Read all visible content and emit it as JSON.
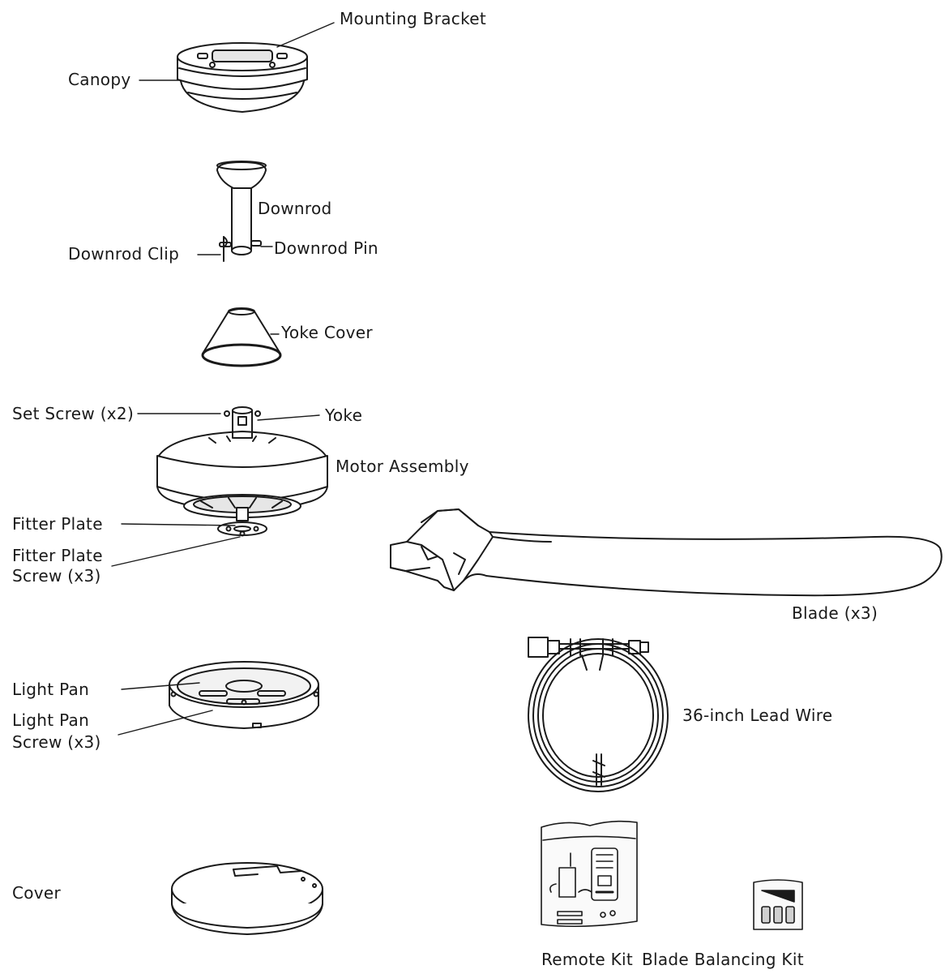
{
  "labels": {
    "mounting_bracket": "Mounting Bracket",
    "canopy": "Canopy",
    "downrod": "Downrod",
    "downrod_pin": "Downrod Pin",
    "downrod_clip": "Downrod Clip",
    "yoke_cover": "Yoke Cover",
    "set_screw": "Set Screw (x2)",
    "yoke": "Yoke",
    "motor_assembly": "Motor Assembly",
    "fitter_plate": "Fitter Plate",
    "fitter_plate_screw_1": "Fitter Plate",
    "fitter_plate_screw_2": "Screw (x3)",
    "blade": "Blade (x3)",
    "light_pan": "Light Pan",
    "light_pan_screw_1": "Light Pan",
    "light_pan_screw_2": "Screw (x3)",
    "lead_wire": "36-inch Lead Wire",
    "cover": "Cover",
    "remote_kit": "Remote Kit",
    "blade_balancing_kit": "Blade Balancing Kit"
  },
  "colors": {
    "line": "#1a1a1a",
    "fill": "#ffffff",
    "shade": "#d9d9d9",
    "text": "#1a1a1a"
  }
}
